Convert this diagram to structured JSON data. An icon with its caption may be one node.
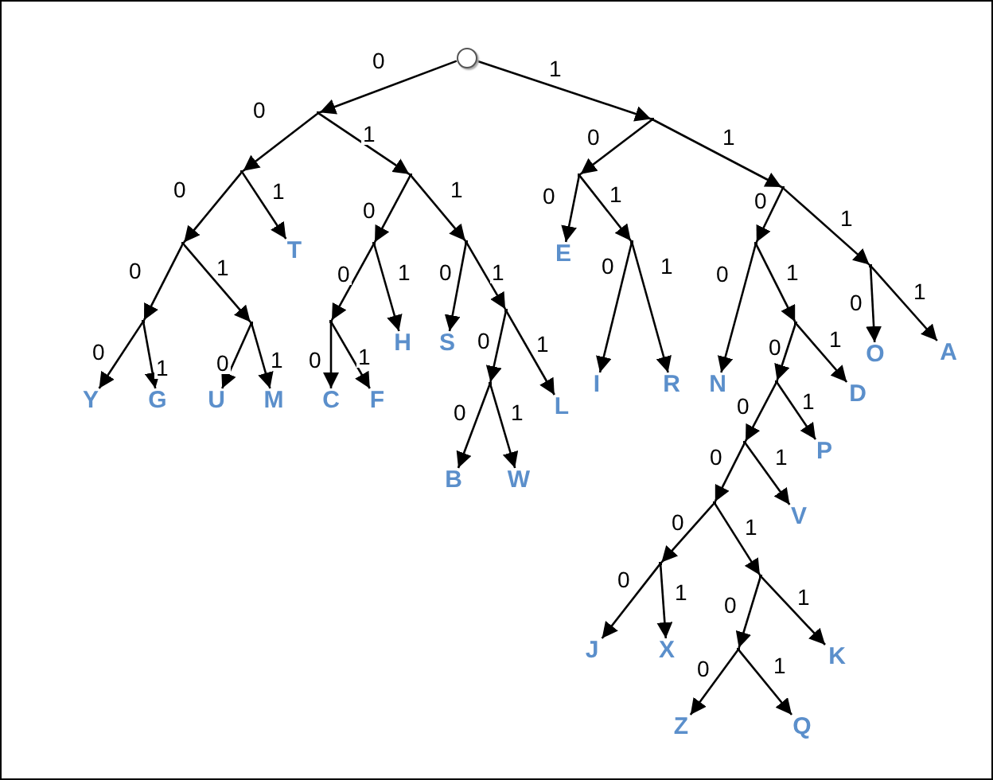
{
  "diagram": {
    "nodes": [
      {
        "text": [],
        "shape": "circle"
      },
      {
        "text": [],
        "shape": "point"
      },
      {
        "text": [],
        "shape": "point"
      },
      {
        "text": [],
        "shape": "point"
      },
      {
        "text": [],
        "shape": "point"
      },
      {
        "text": [],
        "shape": "point"
      },
      {
        "text": [
          "T"
        ]
      },
      {
        "text": [],
        "shape": "point"
      },
      {
        "text": [],
        "shape": "point"
      },
      {
        "text": [],
        "shape": "point"
      },
      {
        "text": [],
        "shape": "point"
      },
      {
        "text": [
          "Y"
        ]
      },
      {
        "text": [
          "G"
        ]
      },
      {
        "text": [
          "U"
        ]
      },
      {
        "text": [
          "M"
        ]
      },
      {
        "text": [],
        "shape": "point"
      },
      {
        "text": [
          "H"
        ]
      },
      {
        "text": [
          "C"
        ]
      },
      {
        "text": [
          "F"
        ]
      },
      {
        "text": [
          "S"
        ]
      },
      {
        "text": [],
        "shape": "point"
      },
      {
        "text": [],
        "shape": "point"
      },
      {
        "text": [
          "L"
        ]
      },
      {
        "text": [
          "B"
        ]
      },
      {
        "text": [
          "W"
        ]
      },
      {
        "text": [],
        "shape": "point"
      },
      {
        "text": [],
        "shape": "point"
      },
      {
        "text": [
          "E"
        ]
      },
      {
        "text": [],
        "shape": "point"
      },
      {
        "text": [
          "I"
        ]
      },
      {
        "text": [
          "R"
        ]
      },
      {
        "text": [],
        "shape": "point"
      },
      {
        "text": [],
        "shape": "point"
      },
      {
        "text": [
          "O"
        ]
      },
      {
        "text": [
          "A"
        ]
      },
      {
        "text": [
          "N"
        ]
      },
      {
        "text": [],
        "shape": "point"
      },
      {
        "text": [],
        "shape": "point"
      },
      {
        "text": [
          "D"
        ]
      },
      {
        "text": [],
        "shape": "point"
      },
      {
        "text": [
          "P"
        ]
      },
      {
        "text": [],
        "shape": "point"
      },
      {
        "text": [
          "V"
        ]
      },
      {
        "text": [],
        "shape": "point"
      },
      {
        "text": [],
        "shape": "point"
      },
      {
        "text": [
          "J"
        ]
      },
      {
        "text": [
          "X"
        ]
      },
      {
        "text": [],
        "shape": "point"
      },
      {
        "text": [
          "K"
        ]
      },
      {
        "text": [
          "Z"
        ]
      },
      {
        "text": [
          "Q"
        ]
      }
    ],
    "edges": [
      {
        "from": 0,
        "to": 1,
        "arrow": "to",
        "label": "0"
      },
      {
        "from": 0,
        "to": 2,
        "arrow": "to",
        "label": "1"
      },
      {
        "from": 1,
        "to": 3,
        "arrow": "to",
        "label": "0"
      },
      {
        "from": 1,
        "to": 4,
        "arrow": "to",
        "label": "1"
      },
      {
        "from": 3,
        "to": 5,
        "arrow": "to",
        "label": "0"
      },
      {
        "from": 3,
        "to": 6,
        "arrow": "to",
        "label": "1"
      },
      {
        "from": 4,
        "to": 7,
        "arrow": "to",
        "label": "0"
      },
      {
        "from": 4,
        "to": 8,
        "arrow": "to",
        "label": "1"
      },
      {
        "from": 5,
        "to": 9,
        "arrow": "to",
        "label": "0"
      },
      {
        "from": 5,
        "to": 10,
        "arrow": "to",
        "label": "1"
      },
      {
        "from": 9,
        "to": 11,
        "arrow": "to",
        "label": "0"
      },
      {
        "from": 9,
        "to": 12,
        "arrow": "to",
        "label": "1"
      },
      {
        "from": 10,
        "to": 13,
        "arrow": "to",
        "label": "0"
      },
      {
        "from": 10,
        "to": 14,
        "arrow": "to",
        "label": "1"
      },
      {
        "from": 7,
        "to": 15,
        "arrow": "to",
        "label": "0"
      },
      {
        "from": 7,
        "to": 16,
        "arrow": "to",
        "label": "1"
      },
      {
        "from": 15,
        "to": 17,
        "arrow": "to",
        "label": "0"
      },
      {
        "from": 15,
        "to": 18,
        "arrow": "to",
        "label": "1"
      },
      {
        "from": 8,
        "to": 19,
        "arrow": "to",
        "label": "0"
      },
      {
        "from": 8,
        "to": 20,
        "arrow": "to",
        "label": "1"
      },
      {
        "from": 20,
        "to": 21,
        "arrow": "to",
        "label": "0"
      },
      {
        "from": 20,
        "to": 22,
        "arrow": "to",
        "label": "1"
      },
      {
        "from": 21,
        "to": 23,
        "arrow": "to",
        "label": "0"
      },
      {
        "from": 21,
        "to": 24,
        "arrow": "to",
        "label": "1"
      },
      {
        "from": 2,
        "to": 25,
        "arrow": "to",
        "label": "0"
      },
      {
        "from": 2,
        "to": 26,
        "arrow": "to",
        "label": "1"
      },
      {
        "from": 25,
        "to": 27,
        "arrow": "to",
        "label": "0"
      },
      {
        "from": 25,
        "to": 28,
        "arrow": "to",
        "label": "1"
      },
      {
        "from": 28,
        "to": 29,
        "arrow": "to",
        "label": "0"
      },
      {
        "from": 28,
        "to": 30,
        "arrow": "to",
        "label": "1"
      },
      {
        "from": 26,
        "to": 31,
        "arrow": "to",
        "label": "0"
      },
      {
        "from": 26,
        "to": 32,
        "arrow": "to",
        "label": "1"
      },
      {
        "from": 32,
        "to": 33,
        "arrow": "to",
        "label": "0"
      },
      {
        "from": 32,
        "to": 34,
        "arrow": "to",
        "label": "1"
      },
      {
        "from": 31,
        "to": 35,
        "arrow": "to",
        "label": "0"
      },
      {
        "from": 31,
        "to": 36,
        "arrow": "to",
        "label": "1"
      },
      {
        "from": 36,
        "to": 37,
        "arrow": "to",
        "label": "0"
      },
      {
        "from": 36,
        "to": 38,
        "arrow": "to",
        "label": "1"
      },
      {
        "from": 37,
        "to": 39,
        "arrow": "to",
        "label": "0"
      },
      {
        "from": 37,
        "to": 40,
        "arrow": "to",
        "label": "1"
      },
      {
        "from": 39,
        "to": 41,
        "arrow": "to",
        "label": "0"
      },
      {
        "from": 39,
        "to": 42,
        "arrow": "to",
        "label": "1"
      },
      {
        "from": 41,
        "to": 43,
        "arrow": "to",
        "label": "0"
      },
      {
        "from": 41,
        "to": 44,
        "arrow": "to",
        "label": "1"
      },
      {
        "from": 43,
        "to": 45,
        "arrow": "to",
        "label": "0"
      },
      {
        "from": 43,
        "to": 46,
        "arrow": "to",
        "label": "1"
      },
      {
        "from": 44,
        "to": 47,
        "arrow": "to",
        "label": "0"
      },
      {
        "from": 44,
        "to": 48,
        "arrow": "to",
        "label": "1"
      },
      {
        "from": 47,
        "to": 49,
        "arrow": "to",
        "label": "0"
      },
      {
        "from": 47,
        "to": 50,
        "arrow": "to",
        "label": "1"
      }
    ]
  }
}
